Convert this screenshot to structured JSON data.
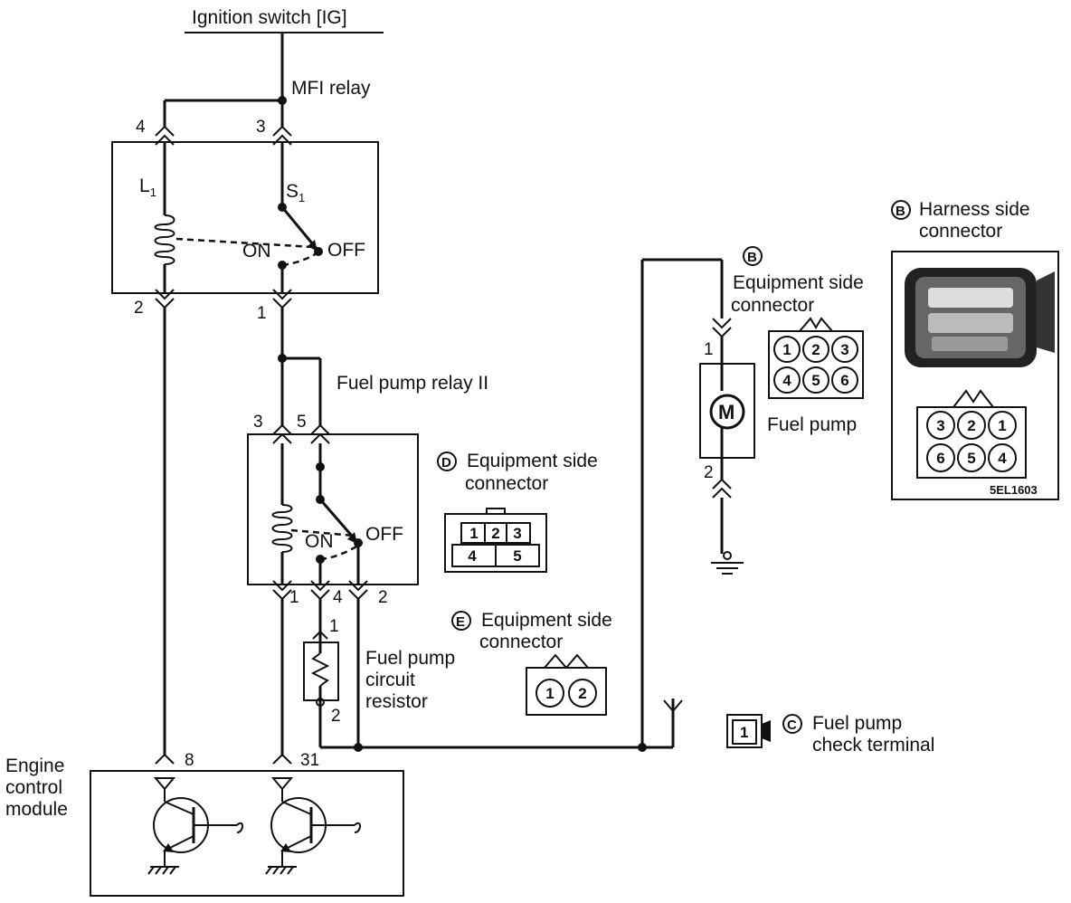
{
  "labels": {
    "ignition_switch": "Ignition switch [IG]",
    "mfi_relay": "MFI relay",
    "coil_l1": "L",
    "coil_l1_sub": "1",
    "switch_s1": "S",
    "switch_s1_sub": "1",
    "on": "ON",
    "off": "OFF",
    "fuel_pump_relay": "Fuel pump relay II",
    "equipment_side_connector_b_1": "Equipment side",
    "equipment_side_connector_b_2": "connector",
    "harness_side_connector_1": "Harness side",
    "harness_side_connector_2": "connector",
    "fuel_pump": "Fuel pump",
    "motor": "M",
    "equipment_side_connector_d_1": "Equipment side",
    "equipment_side_connector_d_2": "connector",
    "equipment_side_connector_e_1": "Equipment side",
    "equipment_side_connector_e_2": "connector",
    "fuel_pump_resistor_1": "Fuel pump",
    "fuel_pump_resistor_2": "circuit",
    "fuel_pump_resistor_3": "resistor",
    "fuel_pump_check_1": "Fuel pump",
    "fuel_pump_check_2": "check terminal",
    "ecm_1": "Engine",
    "ecm_2": "control",
    "ecm_3": "module",
    "figure_code": "5EL1603"
  },
  "badges": {
    "b": "B",
    "c": "C",
    "d": "D",
    "e": "E"
  },
  "pins": {
    "mfi_4": "4",
    "mfi_3": "3",
    "mfi_2": "2",
    "mfi_1": "1",
    "fp_3": "3",
    "fp_5": "5",
    "fp_1": "1",
    "fp_4": "4",
    "fp_2": "2",
    "pump_1": "1",
    "pump_2": "2",
    "res_1": "1",
    "res_2": "2",
    "ecm_8": "8",
    "ecm_31": "31"
  },
  "connectors": {
    "b_equipment": [
      "1",
      "2",
      "3",
      "4",
      "5",
      "6"
    ],
    "b_harness": [
      "3",
      "2",
      "1",
      "6",
      "5",
      "4"
    ],
    "d_equipment_top": [
      "1",
      "2",
      "3"
    ],
    "d_equipment_bottom": [
      "4",
      "5"
    ],
    "e_equipment": [
      "1",
      "2"
    ],
    "c_check": "1"
  }
}
